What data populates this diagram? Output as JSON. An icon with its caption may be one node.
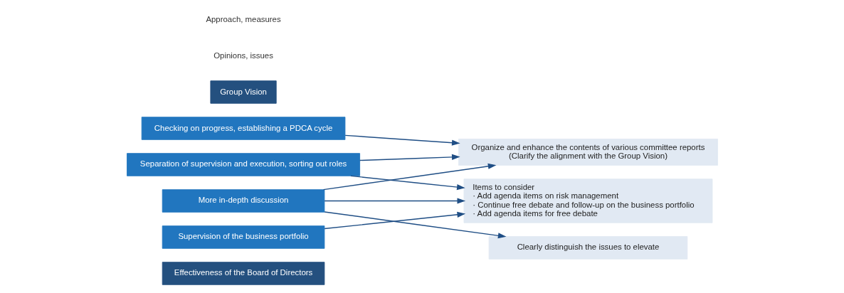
{
  "diagram": {
    "nodes": [
      {
        "text": [
          "Effectiveness of the Board of Directors"
        ]
      },
      {
        "text": [
          "More in-depth discussion"
        ]
      },
      {
        "text": [
          "Supervision of the business portfolio"
        ]
      },
      {
        "text": [
          "Separation of supervision and execution, sorting out roles"
        ]
      },
      {
        "text": [
          "Group Vision"
        ]
      },
      {
        "text": [
          "Checking on progress, establishing a PDCA cycle"
        ]
      },
      {
        "text": [
          "Clearly distinguish the issues to elevate"
        ]
      },
      {
        "text": [
          "Organize and enhance the contents of various committee reports",
          "(Clarify the alignment with the Group Vision)"
        ]
      },
      {
        "text": [
          "Items to consider",
          "· Add agenda items on risk management",
          "· Continue free debate and follow-up on the business portfolio",
          "· Add agenda items for free debate"
        ]
      }
    ],
    "edges": [
      {
        "from": 1,
        "to": 6,
        "arrow": "to"
      },
      {
        "from": 1,
        "to": 7,
        "arrow": "to"
      },
      {
        "from": 1,
        "to": 8,
        "arrow": "to"
      },
      {
        "from": 2,
        "to": 8,
        "arrow": "to"
      },
      {
        "from": 3,
        "to": 7,
        "arrow": "to"
      },
      {
        "from": 3,
        "to": 8,
        "arrow": "to"
      },
      {
        "from": 5,
        "to": 7,
        "arrow": "to"
      }
    ],
    "labels": [
      "Opinions, issues",
      "Approach, measures"
    ]
  }
}
